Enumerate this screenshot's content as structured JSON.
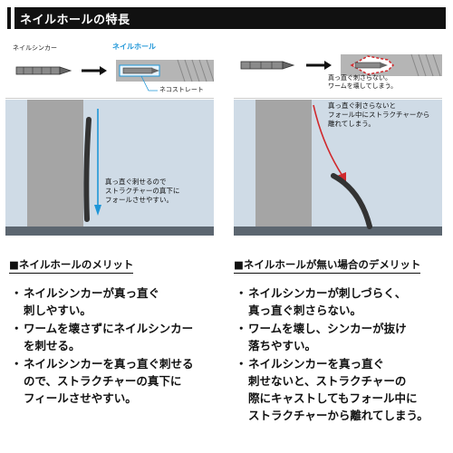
{
  "header": {
    "title": "ネイルホールの特長"
  },
  "left_diagram": {
    "sinker_label": "ネイルシンカー",
    "hole_label": "ネイルホール",
    "straight_label": "ネコストレート",
    "note": "真っ直ぐ刺せるので\nストラクチャーの真下に\nフォールさせやすい。"
  },
  "right_diagram": {
    "warn_note": "真っ直ぐ刺さらない。\nワームを壊してしまう。",
    "fall_note": "真っ直ぐ刺さらないと\nフォール中にストラクチャーから\n離れてしまう。"
  },
  "merits": {
    "title": "■ネイルホールのメリット",
    "items": [
      [
        "ネイルシンカーが真っ直ぐ",
        "刺しやすい。"
      ],
      [
        "ワームを壊さずにネイルシンカー",
        "を刺せる。"
      ],
      [
        "ネイルシンカーを真っ直ぐ刺せる",
        "ので、ストラクチャーの真下に",
        "フィールさせやすい。"
      ]
    ]
  },
  "demerits": {
    "title": "■ネイルホールが無い場合のデメリット",
    "items": [
      [
        "ネイルシンカーが刺しづらく、",
        "真っ直ぐ刺さらない。"
      ],
      [
        "ワームを壊し、シンカーが抜け",
        "落ちやすい。"
      ],
      [
        "ネイルシンカーを真っ直ぐ",
        "刺せないと、ストラクチャーの",
        "際にキャストしてもフォール中に",
        "ストラクチャーから離れてしまう。"
      ]
    ]
  },
  "bullet_mark": "・",
  "colors": {
    "accent_blue": "#1e96d8",
    "accent_red": "#d0282c",
    "water": "#cfdbe6",
    "header_bg": "#111111"
  }
}
